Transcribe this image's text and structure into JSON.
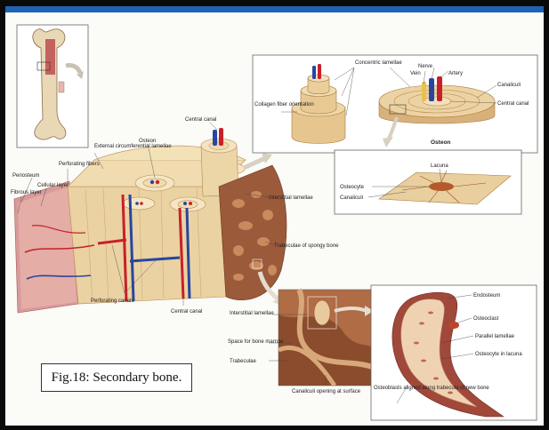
{
  "caption": "Fig.18: Secondary bone.",
  "labels": {
    "concentric_lamellae": "Concentric lamellae",
    "collagen_fiber_orientation": "Collagen fiber orientation",
    "nerve": "Nerve",
    "vein": "Vein",
    "artery": "Artery",
    "canaliculi_top": "Canaliculi",
    "central_canal_right": "Central canal",
    "osteon_bold": "Osteon",
    "central_canal_top": "Central canal",
    "osteon": "Osteon",
    "external_circumferential_lamellae": "External circumferential lamellae",
    "periosteum": "Periosteum",
    "perforating_fibers": "Perforating fibers",
    "cellular_layer": "Cellular layer",
    "fibrous_layer": "Fibrous layer",
    "lacuna": "Lacuna",
    "osteocyte": "Osteocyte",
    "canaliculi_mid": "Canaliculi",
    "interstitial_lamellae_mid": "Interstitial lamellae",
    "trabeculae_spongy_bone": "Trabeculae of spongy bone",
    "perforating_canals": "Perforating canals",
    "central_canal_bottom": "Central canal",
    "interstitial_lamellae_bottom": "Interstitial lamellae",
    "space_for_bone_marrow": "Space for bone marrow",
    "trabeculae": "Trabeculae",
    "canaliculi_opening": "Canaliculi opening at surface",
    "osteoblasts_aligned": "Osteoblasts aligned along trabecula of new bone",
    "endosteum": "Endosteum",
    "osteoclast": "Osteoclast",
    "parallel_lamellae": "Parallel lamellae",
    "osteocyte_in_lacuna": "Osteocyte in lacuna"
  },
  "colors": {
    "top_bar": "#1f63b4",
    "bone": "#e8cfa0",
    "spongy": "#9b5a3a",
    "marrow": "#c98a5e",
    "artery": "#c8202a",
    "vein": "#2846a0",
    "periosteum": "#d98a8a"
  }
}
